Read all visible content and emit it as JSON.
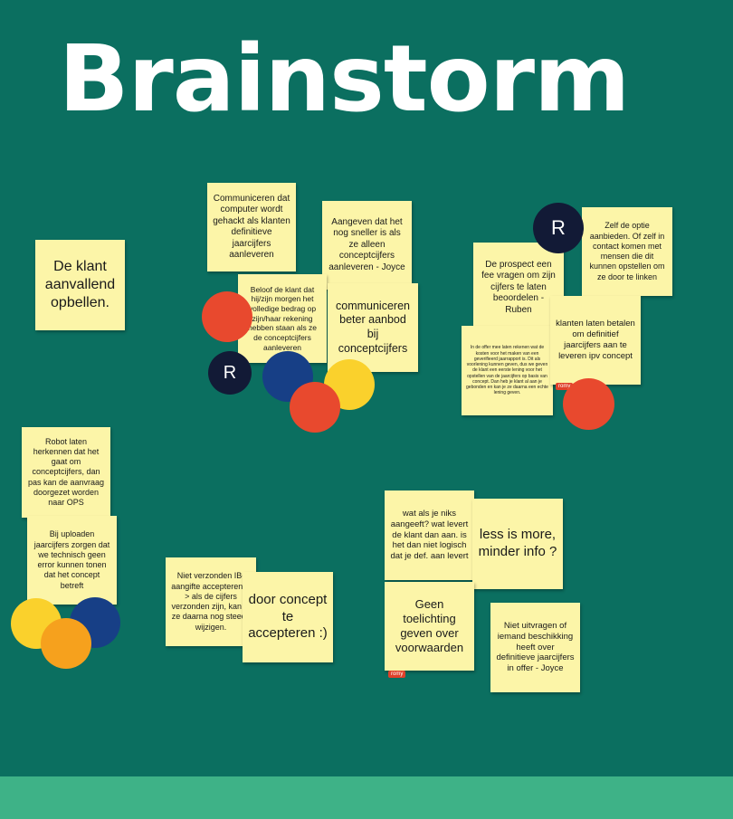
{
  "board": {
    "title": "Brainstorm",
    "colors": {
      "background": "#0b6f60",
      "footer": "#3eb287",
      "sticky": "#fcf5a8"
    }
  },
  "notes": {
    "klant_opbellen": "De klant aanvallend opbellen.",
    "communiceren_gehackt": "Communiceren dat computer wordt gehackt als klanten definitieve jaarcijfers aanleveren",
    "aangeven_sneller": "Aangeven dat het nog sneller is als ze alleen conceptcijfers aanleveren - Joyce",
    "beloof_klant": "Beloof de klant dat hij/zijn morgen het volledige bedrag op zijn/haar rekening hebben staan als ze de conceptcijfers aanleveren",
    "communiceren_aanbod": "communiceren beter aanbod bij conceptcijfers",
    "prospect_fee": "De prospect een fee vragen om zijn cijfers te laten beoordelen - Ruben",
    "optie_aanbieden": "Zelf de optie aanbieden. Of zelf in contact komen met mensen die dit kunnen opstellen om ze door te linken",
    "klanten_betalen": "klanten laten betalen om definitief jaarcijfers aan te leveren ipv concept",
    "kosten_gevers": "In de offer mee laten rekenen wat de kosten voor het maken van een geverifieerd jaarrapport is. Dit als voorlening kunnen geven, dus we geven de klant een eerste lening voor het opstellen van de jaarcijfers op basis van concept. Dan heb je klant al aan je gebonden en kan je ze daarna een echte lening geven.",
    "robot_herkennen": "Robot laten herkennen dat het gaat om conceptcijfers, dan pas kan de aanvraag doorgezet worden naar OPS",
    "bij_uploaden": "Bij uploaden jaarcijfers zorgen dat we technisch geen error kunnen tonen dat het concept betreft",
    "niet_verzonden": "Niet verzonden IB-aangifte accepteren --> als de cijfers verzonden zijn, kan je ze daarna nog steeds wijzigen.",
    "door_concept": "door concept te accepteren :)",
    "wat_als_niks": "wat als je niks aangeeft? wat levert de klant dan aan. is het dan niet logisch dat je def. aan levert",
    "less_is_more": "less is more, minder info ?",
    "geen_toelichting": "Geen toelichting geven over voorwaarden",
    "niet_uitvragen": "Niet uitvragen of iemand beschikking heeft over definitieve jaarcijfers in offer - Joyce"
  },
  "avatars": {
    "r1": "R",
    "r2": "R"
  },
  "tags": {
    "romy1": "romy",
    "romy2": "romy"
  },
  "dot_colors": {
    "red": "#e8492e",
    "blue": "#173f86",
    "yellow": "#fad12c",
    "orange": "#f6a11d",
    "navy": "#121a36"
  }
}
